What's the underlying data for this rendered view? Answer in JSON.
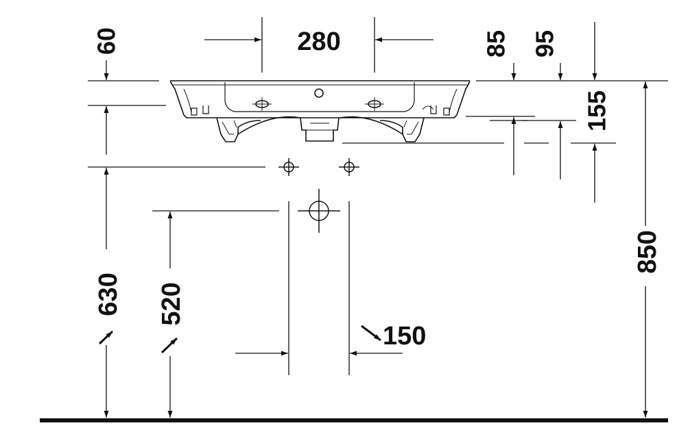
{
  "diagram": {
    "line_color": "#111111",
    "background": "#ffffff",
    "dimensions": {
      "width_280": "280",
      "depth_60": "60",
      "d85": "85",
      "d95": "95",
      "h155": "155",
      "h850": "850",
      "h630": "630",
      "h520": "520",
      "spacing_150": "150"
    }
  }
}
